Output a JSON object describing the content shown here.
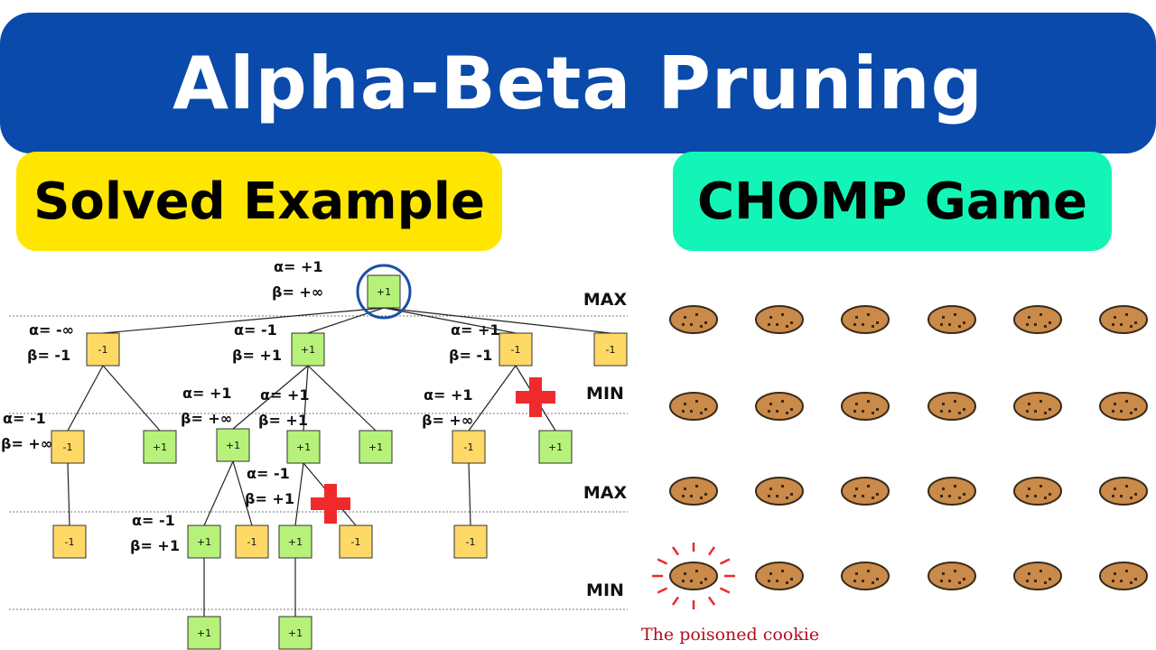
{
  "banner": {
    "title": "Alpha-Beta Pruning"
  },
  "badges": {
    "left": "Solved Example",
    "right": "CHOMP Game"
  },
  "levels": [
    "MAX",
    "MIN",
    "MAX",
    "MIN"
  ],
  "nodes": [
    {
      "id": "root",
      "label": "+1",
      "kind": "win",
      "alpha": "α= +1",
      "beta": "β= +∞",
      "highlight": true
    },
    {
      "id": "a",
      "label": "-1",
      "kind": "loss",
      "alpha": "α= -∞",
      "beta": "β= -1"
    },
    {
      "id": "b",
      "label": "+1",
      "kind": "win",
      "alpha": "α= -1",
      "beta": "β= +1"
    },
    {
      "id": "c",
      "label": "-1",
      "kind": "loss",
      "alpha": "α= +1",
      "beta": "β= -1"
    },
    {
      "id": "d",
      "label": "-1",
      "kind": "loss"
    },
    {
      "id": "a1",
      "label": "-1",
      "kind": "loss",
      "alpha": "α= -1",
      "beta": "β= +∞"
    },
    {
      "id": "a2",
      "label": "+1",
      "kind": "win"
    },
    {
      "id": "b1",
      "label": "+1",
      "kind": "win",
      "alpha": "α= +1",
      "beta": "β= +∞"
    },
    {
      "id": "b2",
      "label": "+1",
      "kind": "win",
      "alpha": "α= +1",
      "beta": "β= +1"
    },
    {
      "id": "b3",
      "label": "+1",
      "kind": "win"
    },
    {
      "id": "c1",
      "label": "-1",
      "kind": "loss",
      "alpha": "α= +1",
      "beta": "β= +∞"
    },
    {
      "id": "c2",
      "label": "+1",
      "kind": "win"
    },
    {
      "id": "a1a",
      "label": "-1",
      "kind": "loss"
    },
    {
      "id": "b1a",
      "label": "+1",
      "kind": "win",
      "alpha": "α= -1",
      "beta": "β= +1"
    },
    {
      "id": "b1b",
      "label": "-1",
      "kind": "loss"
    },
    {
      "id": "b2a",
      "label": "+1",
      "kind": "win",
      "alpha": "α= -1",
      "beta": "β= +1"
    },
    {
      "id": "b2b",
      "label": "-1",
      "kind": "loss"
    },
    {
      "id": "c1a",
      "label": "-1",
      "kind": "loss"
    },
    {
      "id": "b1a1",
      "label": "+1",
      "kind": "win"
    },
    {
      "id": "b2a1",
      "label": "+1",
      "kind": "win"
    }
  ],
  "pruned": [
    "c2",
    "b2b"
  ],
  "cookies": {
    "rows": 4,
    "cols": 6,
    "poisoned_label": "The poisoned cookie"
  },
  "colors": {
    "win": "#b6f27a",
    "loss": "#ffd966",
    "pruned_mark": "#ee2a2a",
    "banner": "#0a4aaa",
    "highlight": "#1b4fa8",
    "cookie": "#c98a4a"
  }
}
